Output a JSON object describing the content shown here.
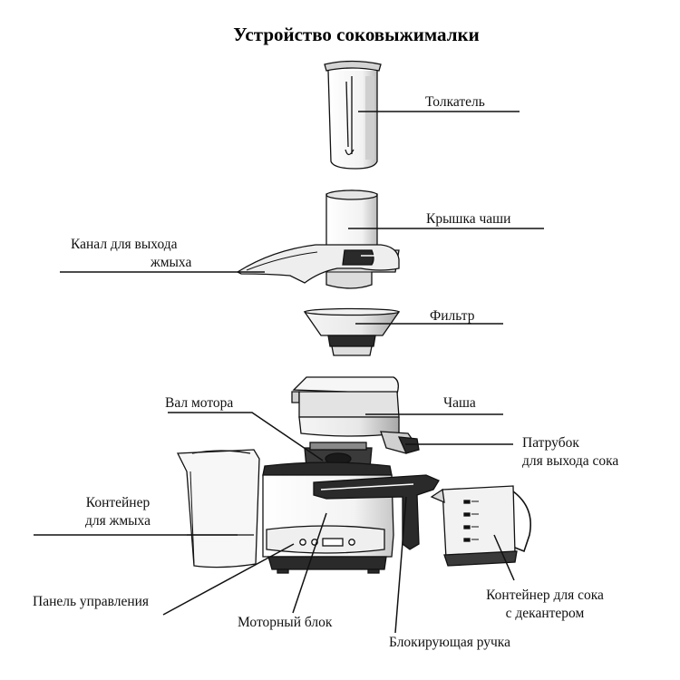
{
  "title": "Устройство соковыжималки",
  "labels": {
    "pusher": "Толкатель",
    "bowl_lid": "Крышка чаши",
    "pulp_channel": [
      "Канал для выхода",
      "жмыха"
    ],
    "filter": "Фильтр",
    "bowl": "Чаша",
    "motor_shaft": "Вал мотора",
    "juice_spout": [
      "Патрубок",
      "для выхода сока"
    ],
    "pulp_container": [
      "Контейнер",
      "для жмыха"
    ],
    "control_panel": "Панель управления",
    "motor_unit": "Моторный блок",
    "locking_handle": "Блокирующая ручка",
    "juice_container": [
      "Контейнер для сока",
      "с декантером"
    ]
  },
  "colors": {
    "line": "#111111",
    "fill_light": "#f4f4f4",
    "fill_mid": "#d9d9d9",
    "fill_dark": "#2a2a2a",
    "background": "#ffffff"
  }
}
